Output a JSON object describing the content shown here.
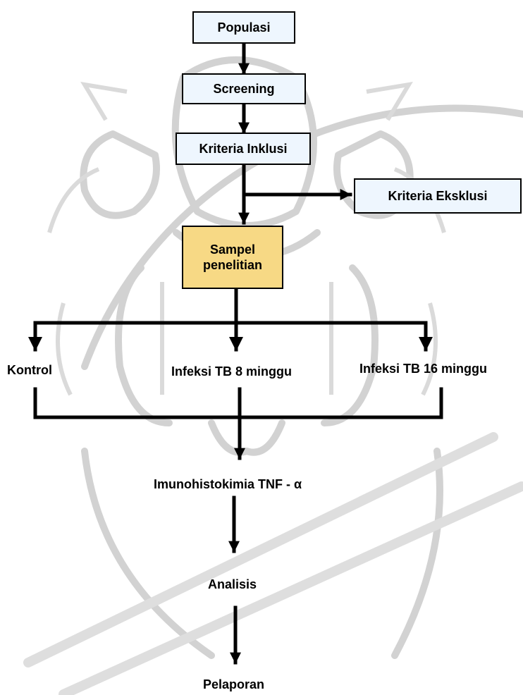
{
  "diagram": {
    "boxes": {
      "populasi": "Populasi",
      "screening": "Screening",
      "kriteria_inklusi": "Kriteria Inklusi",
      "kriteria_eksklusi": "Kriteria Eksklusi",
      "sampel_line1": "Sampel",
      "sampel_line2": "penelitian"
    },
    "groups": {
      "kontrol": "Kontrol",
      "infeksi_8": "Infeksi TB 8 minggu",
      "infeksi_16": "Infeksi TB 16 minggu"
    },
    "steps": {
      "imunohistokimia": "Imunohistokimia TNF - α",
      "analisis": "Analisis",
      "pelaporan": "Pelaporan"
    }
  },
  "colors": {
    "box_fill": "#eef6fe",
    "highlight_fill": "#f7d985",
    "line": "#000000",
    "watermark": "#c8c8c8",
    "background": "#ffffff"
  }
}
